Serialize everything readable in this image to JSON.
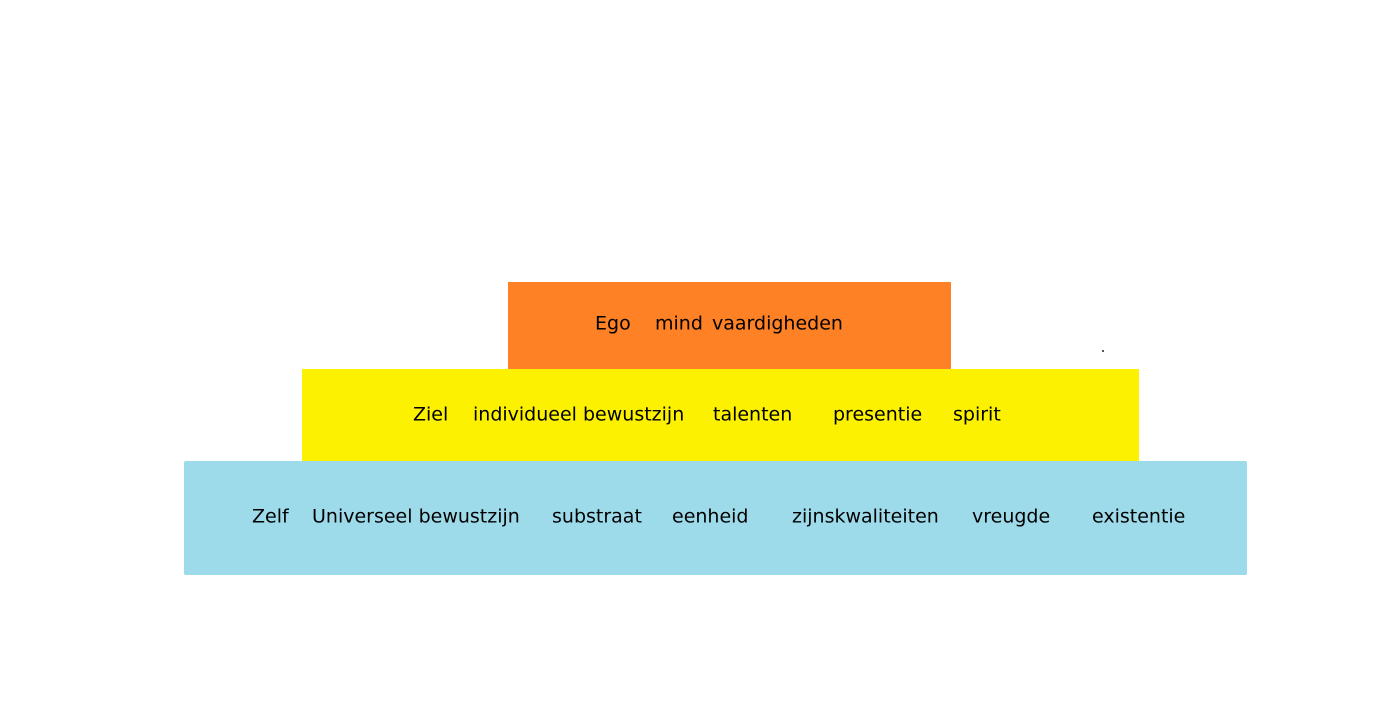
{
  "diagram": {
    "layers": [
      {
        "id": "ego",
        "color": "#fe8126",
        "words": [
          "Ego",
          "mind",
          "vaardigheden"
        ]
      },
      {
        "id": "ziel",
        "color": "#fbf101",
        "words": [
          "Ziel",
          "individueel bewustzijn",
          "talenten",
          "presentie",
          "spirit"
        ]
      },
      {
        "id": "zelf",
        "color": "#9ddaea",
        "words": [
          "Zelf",
          "Universeel bewustzijn",
          "substraat",
          "eenheid",
          "zijnskwaliteiten",
          "vreugde",
          "existentie"
        ]
      }
    ]
  }
}
